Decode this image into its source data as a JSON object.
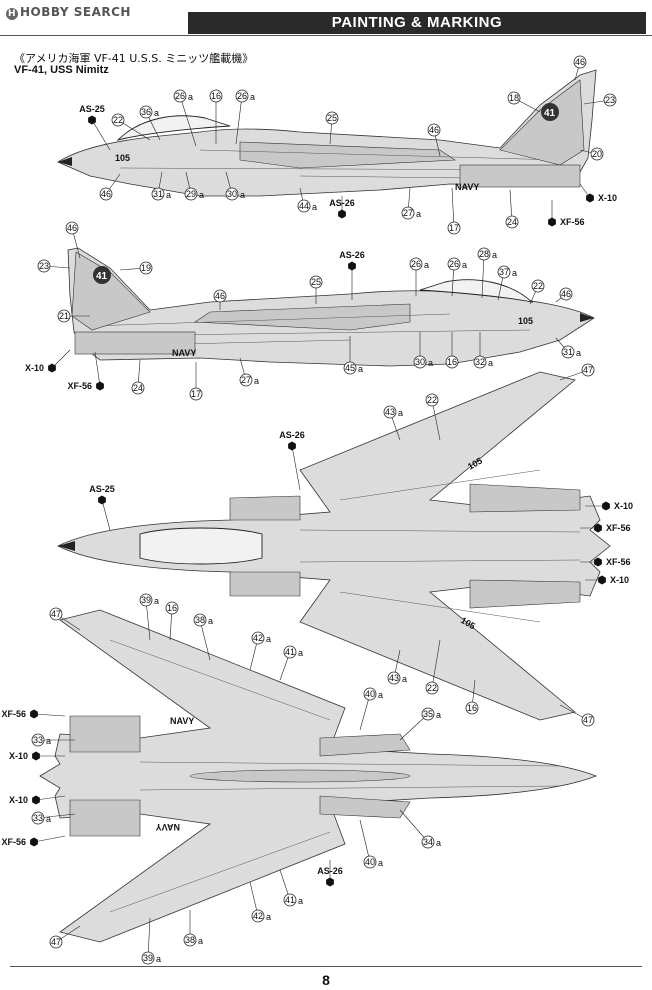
{
  "header": {
    "brand": "HOBBY SEARCH",
    "title": "PAINTING & MARKING"
  },
  "caption": {
    "japanese": "《アメリカ海軍 VF-41 U.S.S. ミニッツ艦載機》",
    "english": "VF-41, USS Nimitz"
  },
  "aircraft_markings": {
    "side_number": "105",
    "service_text": "NAVY",
    "tail_number": "41"
  },
  "callouts": {
    "view1": [
      "AS-25",
      "22",
      "36 a",
      "26 a",
      "16",
      "26 a",
      "25",
      "46",
      "46",
      "18",
      "23",
      "20",
      "105",
      "46",
      "31 a",
      "29 a",
      "30 a",
      "44 a",
      "AS-26",
      "27 a",
      "17",
      "24",
      "X-10",
      "XF-56"
    ],
    "view2": [
      "46",
      "23",
      "19",
      "21",
      "X-10",
      "XF-56",
      "24",
      "17",
      "27 a",
      "46",
      "25",
      "AS-26",
      "45 a",
      "26 a",
      "26 a",
      "28 a",
      "37 a",
      "22",
      "46",
      "30 a",
      "16",
      "32 a",
      "31 a"
    ],
    "view3": [
      "47",
      "43 a",
      "22",
      "AS-26",
      "AS-25",
      "X-10",
      "XF-56",
      "XF-56",
      "X-10",
      "43 a",
      "22",
      "16",
      "47"
    ],
    "view4": [
      "47",
      "39 a",
      "16",
      "38 a",
      "42 a",
      "41 a",
      "40 a",
      "35 a",
      "XF-56",
      "33 a",
      "X-10",
      "X-10",
      "33 a",
      "XF-56",
      "34 a",
      "40 a",
      "AS-26",
      "41 a",
      "42 a",
      "38 a",
      "39 a",
      "47"
    ]
  },
  "page_number": "8"
}
